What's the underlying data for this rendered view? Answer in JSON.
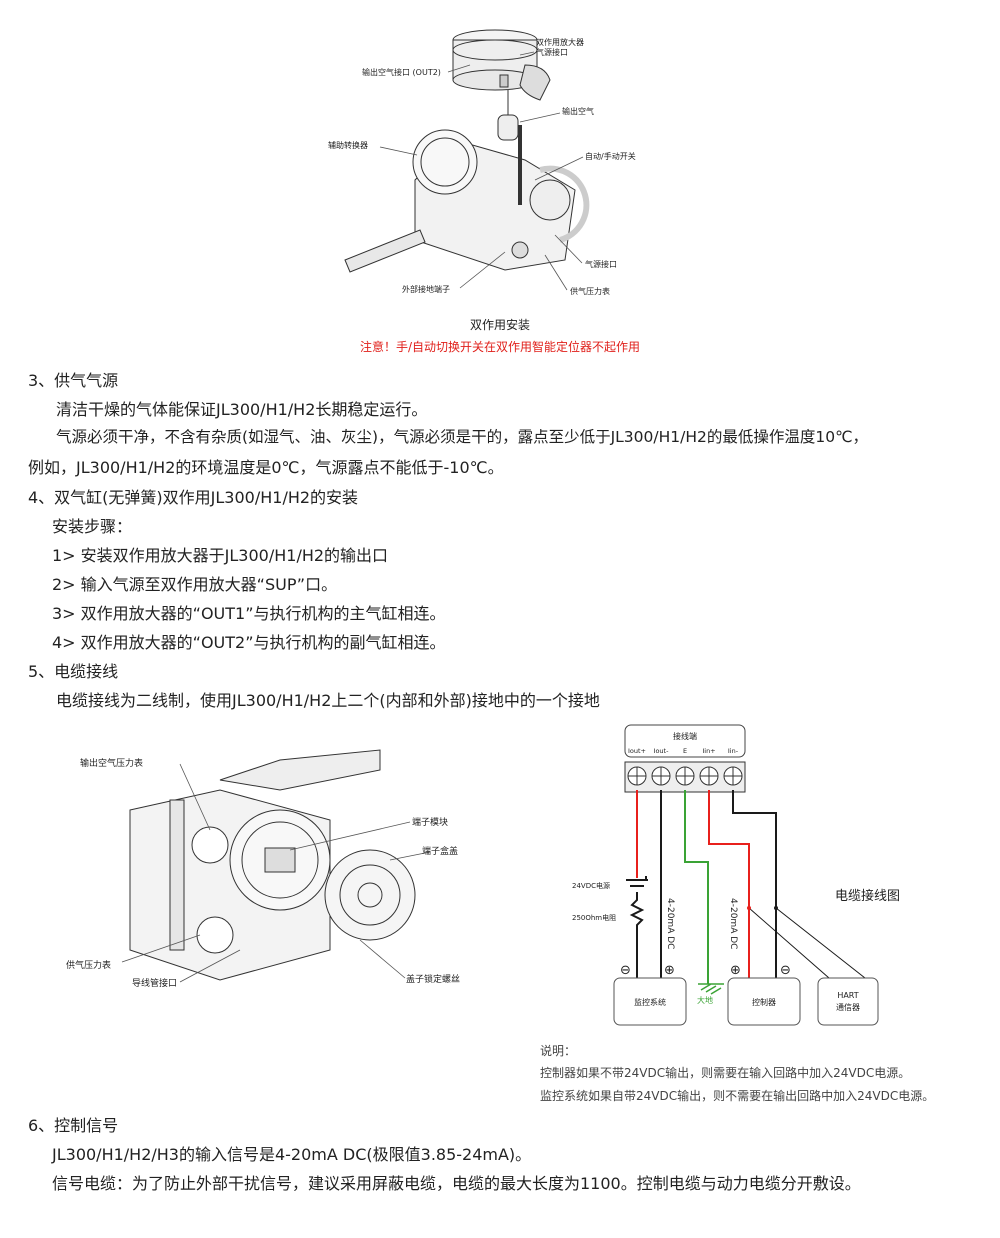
{
  "figure1": {
    "labels": {
      "amp_supply": "双作用放大器",
      "amp_supply2": "气源接口",
      "out2": "输出空气接口 (OUT2)",
      "output_air": "输出空气",
      "aux_converter": "辅助转换器",
      "auto_manual": "自动/手动开关",
      "supply_port": "气源接口",
      "ground_terminal": "外部接地端子",
      "supply_gauge": "供气压力表"
    },
    "caption": "双作用安装",
    "warning": "注意！手/自动切换开关在双作用智能定位器不起作用"
  },
  "section3": {
    "heading": "3、供气气源",
    "p1": "清洁干燥的气体能保证JL300/H1/H2长期稳定运行。",
    "p2a": "气源必须干净，不含有杂质(如湿气、油、灰尘)，气源必须是干的，露点至少低于JL300/H1/H2的最低操作温度10℃，",
    "p2b": "例如，JL300/H1/H2的环境温度是0℃，气源露点不能低于-10℃。"
  },
  "section4": {
    "heading": "4、双气缸(无弹簧)双作用JL300/H1/H2的安装",
    "steps_label": "安装步骤：",
    "steps": [
      "1> 安装双作用放大器于JL300/H1/H2的输出口",
      "2> 输入气源至双作用放大器“SUP”口。",
      "3> 双作用放大器的“OUT1”与执行机构的主气缸相连。",
      "4> 双作用放大器的“OUT2”与执行机构的副气缸相连。"
    ]
  },
  "section5": {
    "heading": "5、电缆接线",
    "p1": "电缆接线为二线制，使用JL300/H1/H2上二个(内部和外部)接地中的一个接地"
  },
  "figure2": {
    "labels": {
      "out_gauge": "输出空气压力表",
      "terminal_module": "端子模块",
      "terminal_cover": "端子盒盖",
      "supply_gauge": "供气压力表",
      "conduit": "导线管接口",
      "cover_screw": "盖子锁定螺丝"
    }
  },
  "wiring": {
    "title": "电缆接线图",
    "terminal_block": "接线端",
    "terminals": [
      "Iout+",
      "Iout-",
      "E",
      "Iin+",
      "Iin-"
    ],
    "power": "24VDC电源",
    "resistor": "250Ohm电阻",
    "signal1": "4-20mA DC",
    "signal2": "4-20mA DC",
    "monitor": "监控系统",
    "earth": "大地",
    "controller": "控制器",
    "hart1": "HART",
    "hart2": "通信器",
    "minus": "⊖",
    "plus": "⊕",
    "colors": {
      "red": "#e8201c",
      "green": "#3aa335",
      "black": "#1a1a1a"
    }
  },
  "notes": {
    "title": "说明：",
    "n1": "控制器如果不带24VDC输出，则需要在输入回路中加入24VDC电源。",
    "n2": "监控系统如果自带24VDC输出，则不需要在输出回路中加入24VDC电源。"
  },
  "section6": {
    "heading": "6、控制信号",
    "p1": "JL300/H1/H2/H3的输入信号是4-20mA DC(极限值3.85-24mA)。",
    "p2": "信号电缆：为了防止外部干扰信号，建议采用屏蔽电缆，电缆的最大长度为1100。控制电缆与动力电缆分开敷设。"
  }
}
